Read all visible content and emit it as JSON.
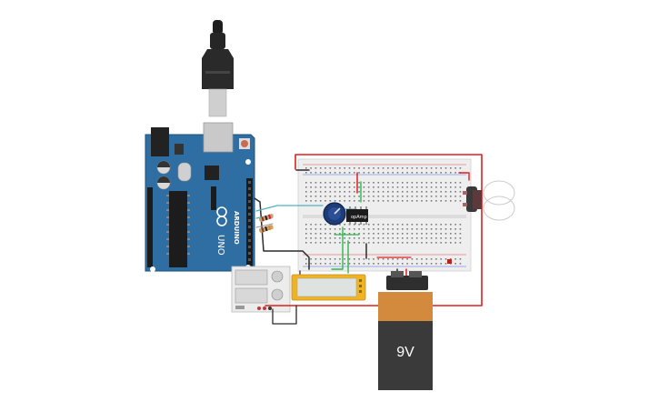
{
  "canvas": {
    "background": "#ffffff",
    "components": {
      "arduino": {
        "board_color": "#2e6ea3",
        "brand_text": "ARDUINO",
        "model_text": "UNO"
      },
      "usb_cable": {
        "color": "#2a2a2a"
      },
      "breadboard": {
        "color": "#eeeeee"
      },
      "potentiometer": {
        "color": "#1e3c78"
      },
      "opamp": {
        "label": "opAmp"
      },
      "lcd_module": {
        "frame_color": "#f0b323",
        "screen_color": "#dfe3e0"
      },
      "battery": {
        "label": "9V",
        "cap_color": "#d48a3c",
        "body_color": "#3a3a3a"
      },
      "relay_module": {
        "color": "#ececec"
      },
      "resistors": {
        "color": "#c8a26b"
      }
    },
    "wire_colors": {
      "red": "#e01f1f",
      "black": "#2b2b2b",
      "green": "#2db84b",
      "teal": "#4fb3bf",
      "gray": "#999999"
    }
  }
}
